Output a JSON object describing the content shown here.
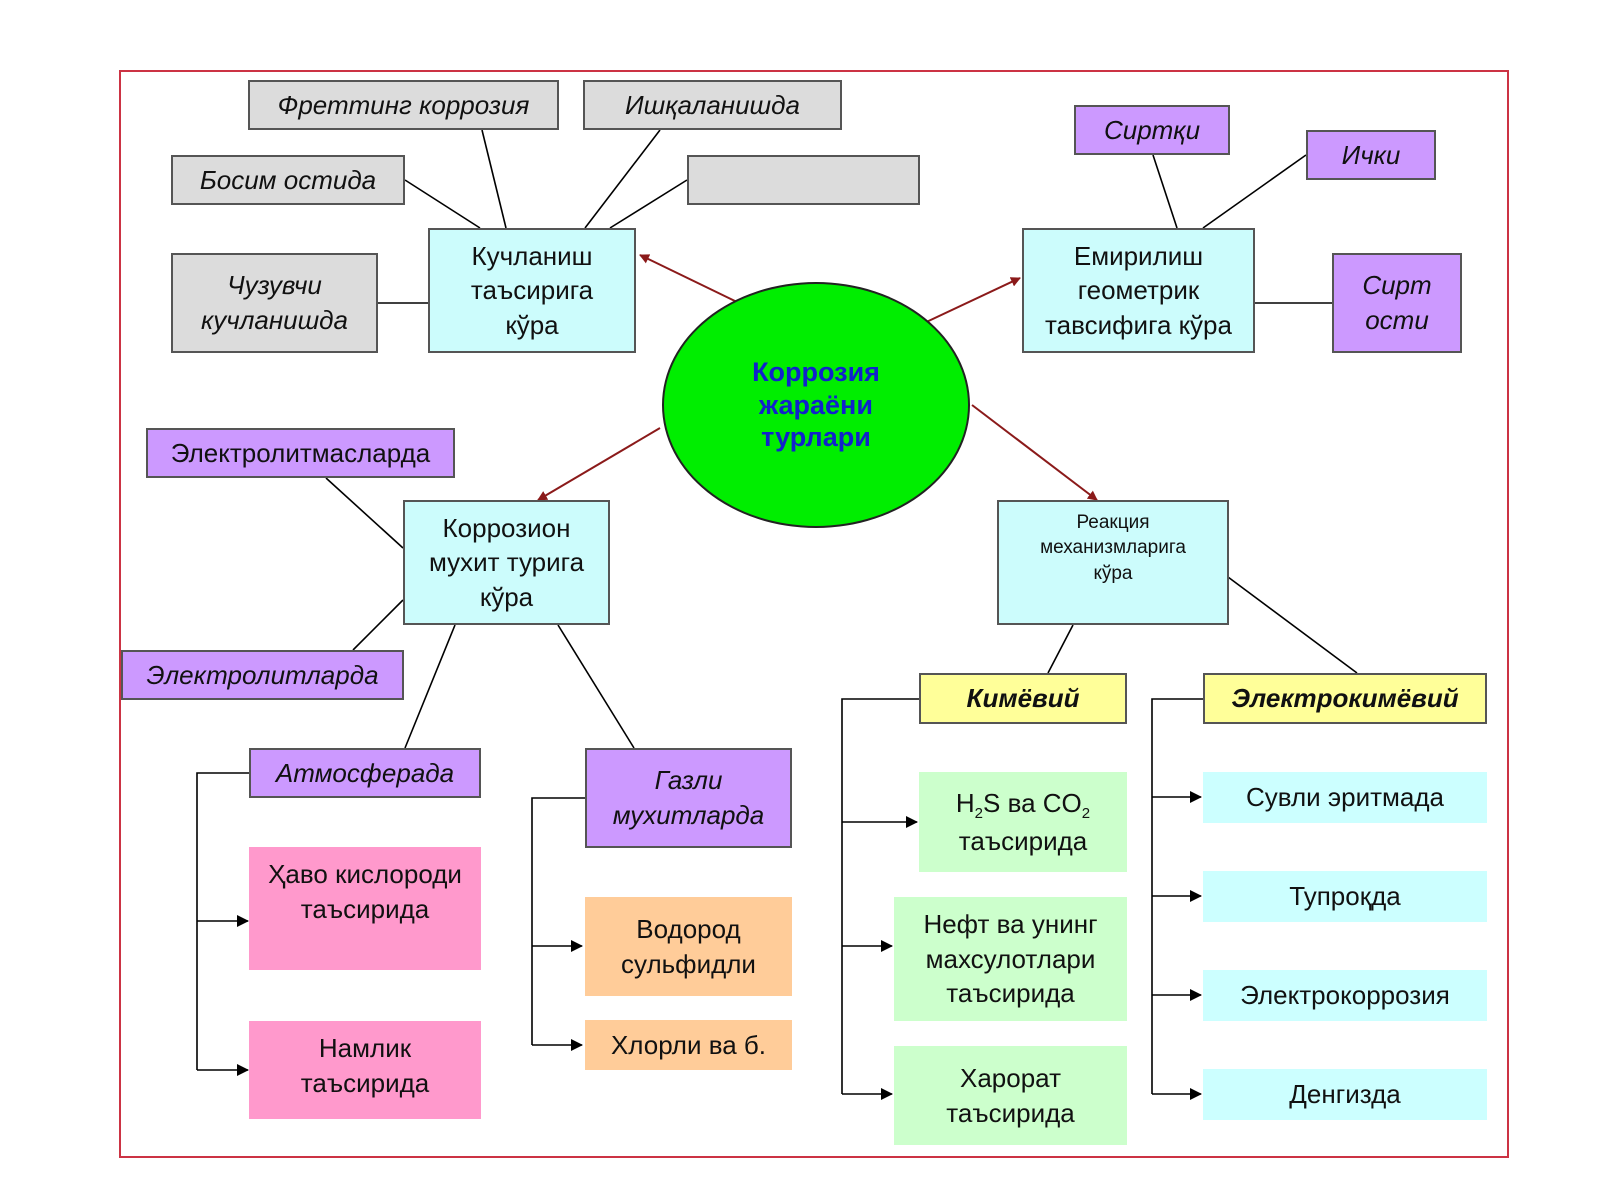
{
  "center": {
    "title": "Коррозия\nжараёни\nтурлари"
  },
  "stress": {
    "label": "Кучланиш\nтаъсирига\nкўра",
    "items": [
      "Фреттинг  коррозия",
      "Ишқаланишда",
      "Босим остида",
      "",
      "Чузувчи\nкучланишда"
    ]
  },
  "geometry": {
    "label": "Емирилиш\nгеометрик\nтавсифига кўра",
    "items": [
      "Сиртқи",
      "Ички",
      "Сирт\nости"
    ]
  },
  "medium": {
    "label": "Коррозион\nмухит турига\nкўра",
    "items": [
      "Электролитмасларда",
      "Электролитларда",
      "Атмосферада",
      "Газли\nмухитларда"
    ],
    "atmosphere_items": [
      "Ҳаво кислороди\nтаъсирида",
      "Намлик\nтаъсирида"
    ],
    "gas_items": [
      "Водород\nсульфидли",
      "Хлорли ва б."
    ]
  },
  "mechanism": {
    "label": "Реакция\nмеханизмларига\nкўра",
    "chemical": {
      "label": "Кимёвий",
      "items": [
        {
          "p1": "H",
          "sub1": "2",
          "p2": "S ва CO",
          "sub2": "2",
          "p3": "\nтаъсирида"
        },
        "Нефт ва унинг\nмахсулотлари\nтаъсирида",
        "Харорат\nтаъсирида"
      ]
    },
    "electrochemical": {
      "label": "Электрокимёвий",
      "items": [
        "Сувли эритмада",
        "Тупроқда",
        "Электрокоррозия",
        "Денгизда"
      ]
    }
  },
  "colors": {
    "center_fill": "#00ee00",
    "center_text": "#1122cc",
    "frame": "#cc3344",
    "arrow": "#8b1a1a"
  }
}
